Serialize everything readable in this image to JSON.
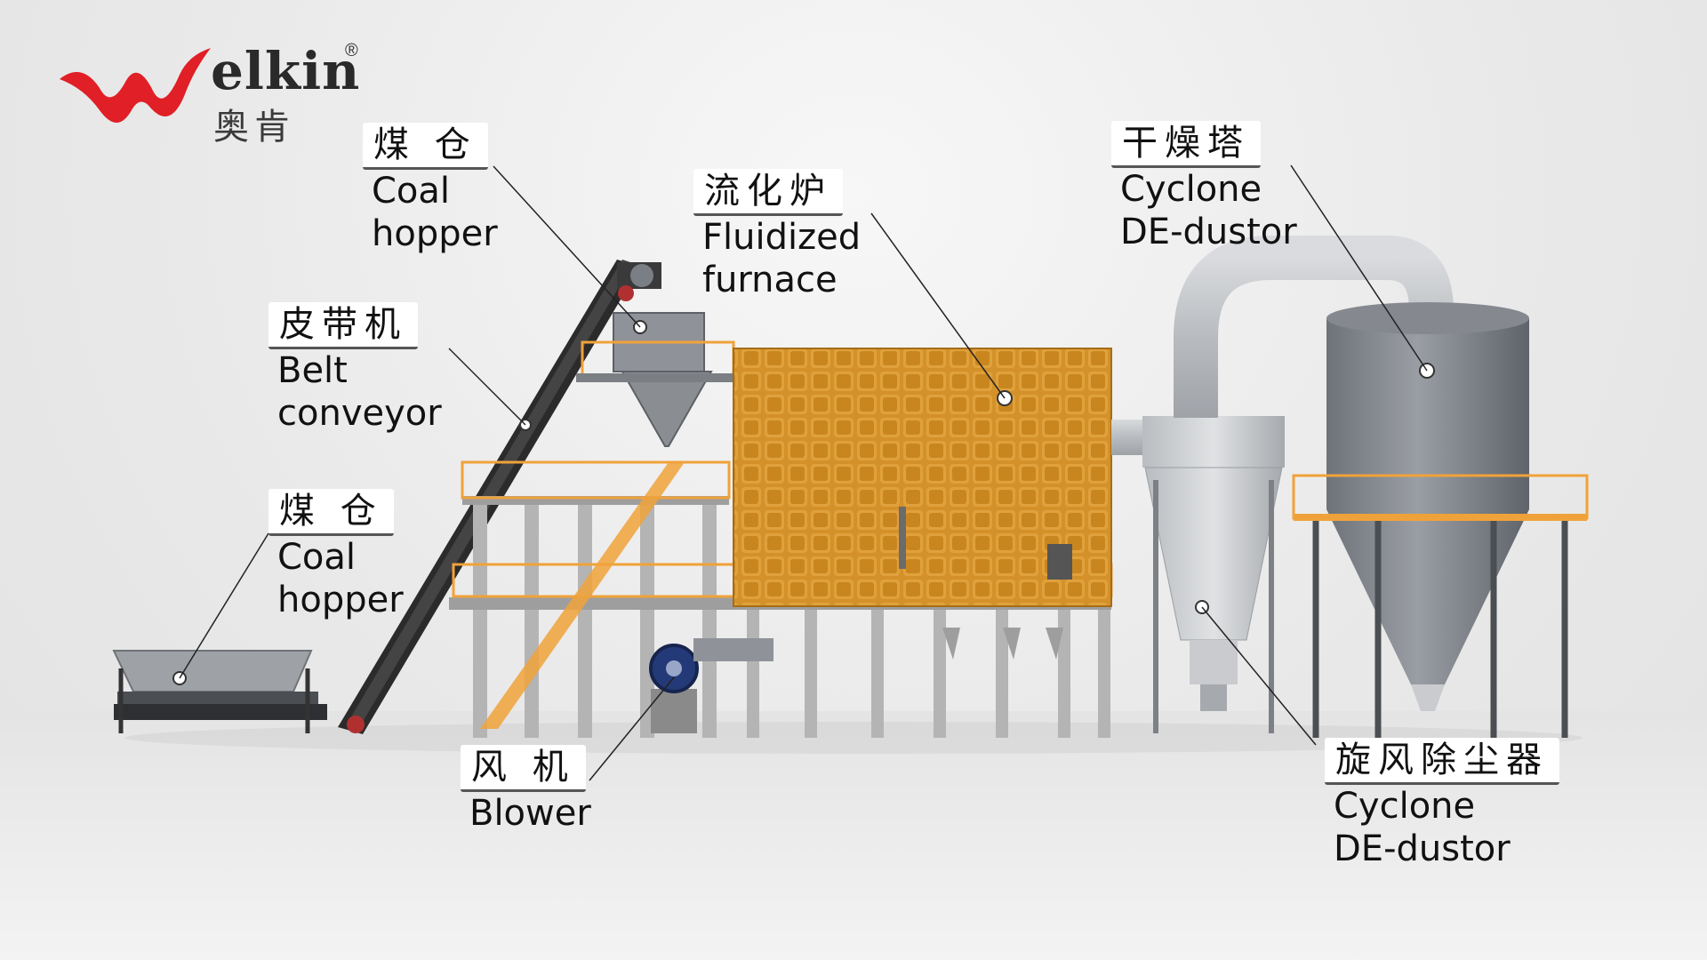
{
  "brand": {
    "wordmark": "elkin",
    "registered": "®",
    "chinese": "奥肯",
    "logo_mark": "w-swoosh-logo",
    "brand_color": "#e01f26"
  },
  "callouts": {
    "coal_hopper_top": {
      "cn": "煤 仓",
      "en": "Coal\nhopper"
    },
    "belt_conveyor": {
      "cn": "皮带机",
      "en": "Belt\nconveyor"
    },
    "coal_hopper_ground": {
      "cn": "煤 仓",
      "en": "Coal\nhopper"
    },
    "fluidized_furnace": {
      "cn": "流化炉",
      "en": "Fluidized\nfurnace"
    },
    "blower": {
      "cn": "风 机",
      "en": "Blower"
    },
    "drying_tower": {
      "cn": "干燥塔",
      "en": "Cyclone\nDE-dustor"
    },
    "cyclone_dustor": {
      "cn": "旋风除尘器",
      "en": "Cyclone\nDE-dustor"
    }
  },
  "colors": {
    "furnace": "#d4912a",
    "steel": "#8f9399",
    "railing": "#f0a23a",
    "concrete": "#b4b4b4",
    "conveyor": "#2b2b2b"
  }
}
